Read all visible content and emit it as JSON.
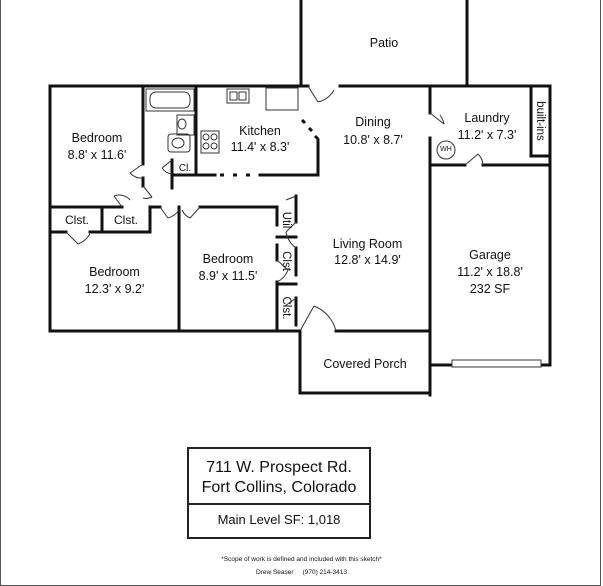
{
  "rooms": {
    "patio": {
      "name": "Patio"
    },
    "bedroom1": {
      "name": "Bedroom",
      "size": "8.8' x 11.6'"
    },
    "kitchen": {
      "name": "Kitchen",
      "size": "11.4' x 8.3'"
    },
    "dining": {
      "name": "Dining",
      "size": "10.8' x 8.7'"
    },
    "laundry": {
      "name": "Laundry",
      "size": "11.2' x 7.3'"
    },
    "builtins": {
      "name": "built-ins"
    },
    "wh": {
      "name": "WH"
    },
    "closet_small": {
      "name": "Cl."
    },
    "closet_a": {
      "name": "Clst."
    },
    "closet_b": {
      "name": "Clst."
    },
    "bedroom2": {
      "name": "Bedroom",
      "size": "12.3' x 9.2'"
    },
    "bedroom3": {
      "name": "Bedroom",
      "size": "8.9' x 11.5'"
    },
    "util": {
      "name": "Util"
    },
    "closet_c": {
      "name": "Clst"
    },
    "closet_d": {
      "name": "Clst."
    },
    "living": {
      "name": "Living Room",
      "size": "12.8' x 14.9'"
    },
    "garage": {
      "name": "Garage",
      "size": "11.2' x 18.8'",
      "area": "232 SF"
    },
    "porch": {
      "name": "Covered Porch"
    }
  },
  "title_block": {
    "address_line1": "711 W. Prospect Rd.",
    "address_line2": "Fort Collins, Colorado",
    "main_level": "Main Level SF: 1,018"
  },
  "footer": {
    "scope_note": "*Scope of work is defined and included with this sketch*",
    "contact": "Drew Seaser     (970) 214-3413"
  }
}
